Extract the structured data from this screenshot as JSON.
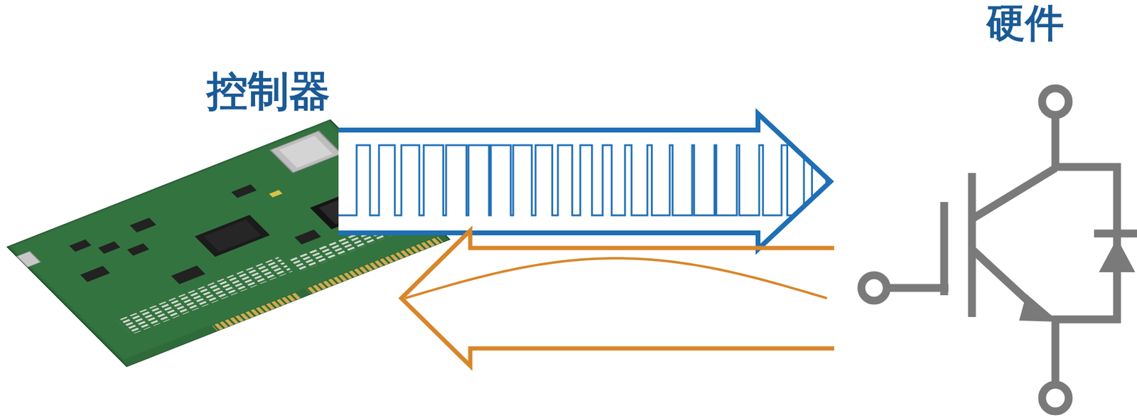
{
  "diagram": {
    "nodes": [
      {
        "text": [
          "控制器"
        ]
      },
      {
        "text": [
          "硬件"
        ]
      }
    ],
    "edges": [
      {
        "from": 0,
        "to": 1,
        "arrow": "to"
      },
      {
        "from": 1,
        "to": 0,
        "arrow": "to"
      }
    ]
  }
}
